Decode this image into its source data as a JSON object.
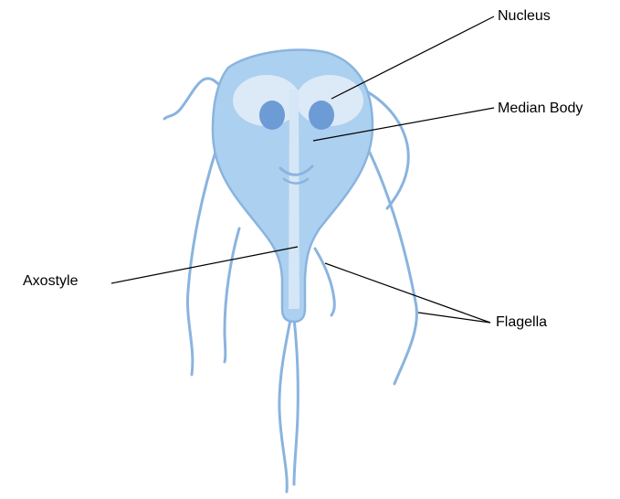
{
  "labels": {
    "nucleus": "Nucleus",
    "median_body": "Median Body",
    "axostyle": "Axostyle",
    "flagella": "Flagella"
  },
  "colors": {
    "body_fill": "#acd0ef",
    "body_outline": "#8ab4de",
    "nucleus_halo": "#dce9f7",
    "nucleus": "#6d9bd5",
    "flagella": "#8ab4de",
    "axostyle": "#d5e6f6",
    "leader_line": "#000000"
  }
}
